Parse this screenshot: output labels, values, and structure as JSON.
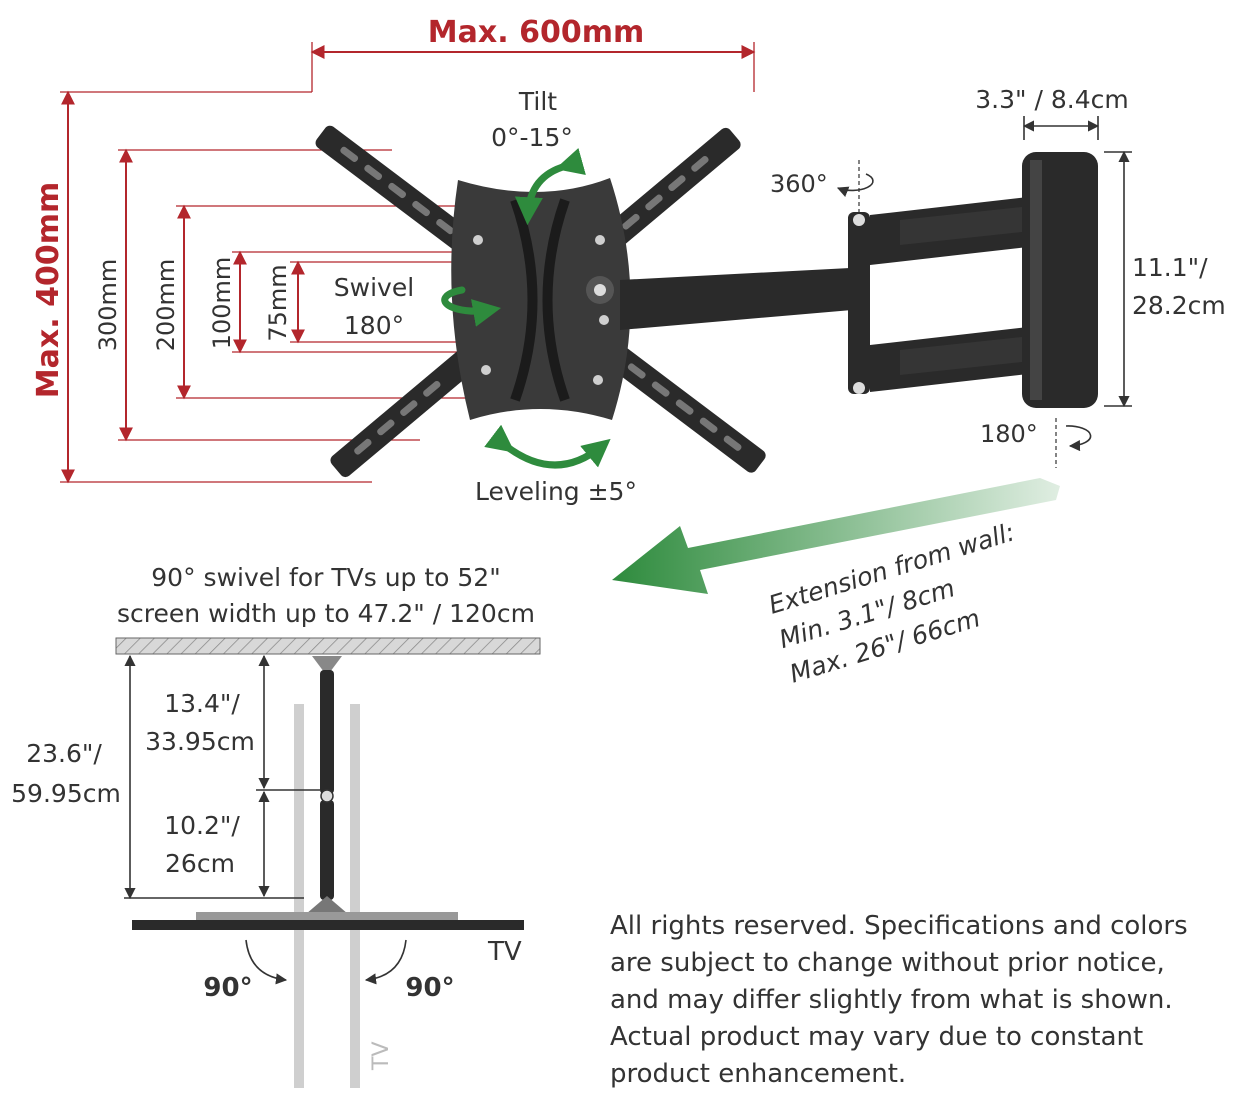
{
  "diagram": {
    "width_label": "Max. 600mm",
    "height_label": "Max. 400mm",
    "vesa_heights": [
      "300mm",
      "200mm",
      "100mm",
      "75mm"
    ],
    "tilt": {
      "title": "Tilt",
      "range": "0°-15°"
    },
    "swivel": {
      "title": "Swivel",
      "range": "180°"
    },
    "leveling": "Leveling ±5°",
    "rotate_top": "360°",
    "rotate_bottom": "180°",
    "plate_depth": "3.3\" / 8.4cm",
    "plate_height_1": "11.1\"/",
    "plate_height_2": "28.2cm",
    "extension": {
      "title": "Extension from wall:",
      "min": "Min. 3.1\"/ 8cm",
      "max": "Max. 26\"/ 66cm"
    }
  },
  "top_view": {
    "caption_line1": "90° swivel for TVs up to 52\"",
    "caption_line2": "screen width up to 47.2\" / 120cm",
    "total_1": "23.6\"/",
    "total_2": "59.95cm",
    "arm1_1": "13.4\"/",
    "arm1_2": "33.95cm",
    "arm2_1": "10.2\"/",
    "arm2_2": "26cm",
    "tv_label": "TV",
    "angle_left": "90°",
    "angle_right": "90°",
    "ghost_tv_label": "TV"
  },
  "disclaimer": {
    "line1": "All rights reserved. Specifications and colors",
    "line2": "are subject to change without prior notice,",
    "line3": "and may differ slightly from what is shown.",
    "line4": "Actual product may vary due to constant",
    "line5": "product enhancement."
  },
  "colors": {
    "dimension_red": "#b3262c",
    "motion_green": "#2e8b3d",
    "metal_black": "#2a2a2a",
    "text_grey": "#333333"
  }
}
